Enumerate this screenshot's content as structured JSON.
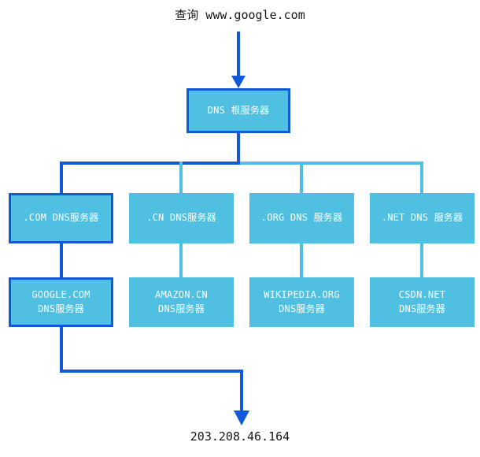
{
  "diagram": {
    "title_query": "查询 www.google.com",
    "result_ip": "203.208.46.164",
    "colors": {
      "node_fill": "#4FC0E2",
      "highlight_stroke": "#1159D8",
      "normal_edge": "#4FC0E2",
      "text": "#ffffff",
      "caption_text": "#17171a"
    },
    "nodes": [
      {
        "id": "root",
        "label": "DNS 根服务器",
        "highlighted": true,
        "level": 1
      },
      {
        "id": "com",
        "label": ".COM DNS服务器",
        "highlighted": true,
        "level": 2
      },
      {
        "id": "cn",
        "label": ".CN DNS服务器",
        "highlighted": false,
        "level": 2
      },
      {
        "id": "org",
        "label": ".ORG DNS 服务器",
        "highlighted": false,
        "level": 2
      },
      {
        "id": "net",
        "label": ".NET DNS 服务器",
        "highlighted": false,
        "level": 2
      },
      {
        "id": "google",
        "label": "GOOGLE.COM\nDNS服务器",
        "highlighted": true,
        "level": 3
      },
      {
        "id": "amazon",
        "label": "AMAZON.CN\nDNS服务器",
        "highlighted": false,
        "level": 3
      },
      {
        "id": "wikipedia",
        "label": "WIKIPEDIA.ORG\nDNS服务器",
        "highlighted": false,
        "level": 3
      },
      {
        "id": "csdn",
        "label": "CSDN.NET\nDNS服务器",
        "highlighted": false,
        "level": 3
      }
    ]
  }
}
